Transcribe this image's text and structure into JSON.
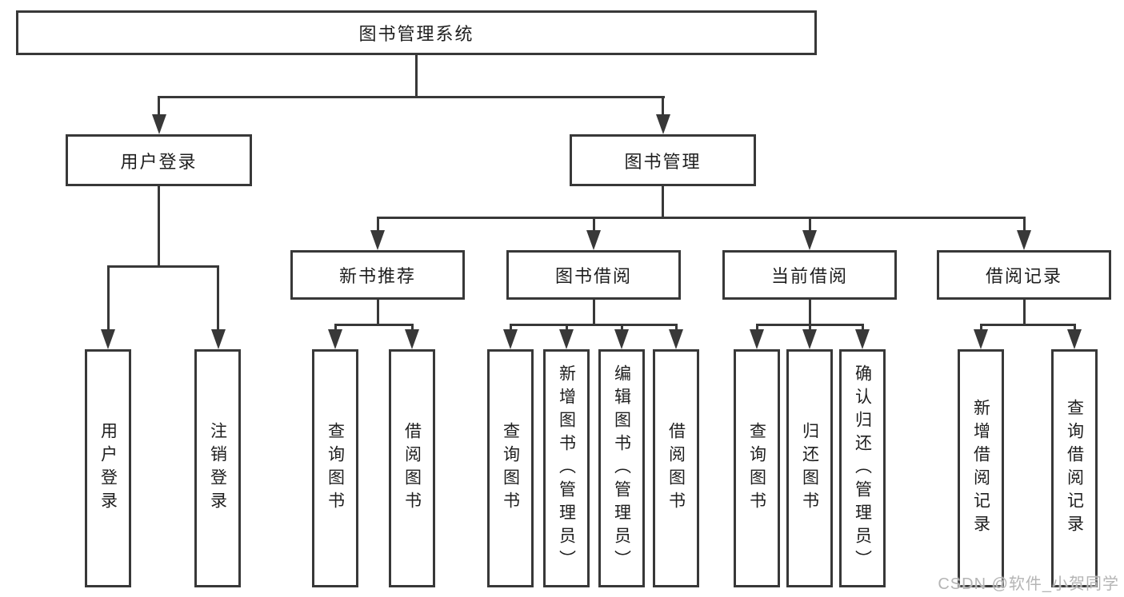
{
  "diagram": {
    "root": {
      "label": "图书管理系统"
    },
    "level2": {
      "user_login": {
        "label": "用户登录"
      },
      "book_management": {
        "label": "图书管理"
      }
    },
    "level3": {
      "new_book_recommend": {
        "label": "新书推荐"
      },
      "book_borrowing": {
        "label": "图书借阅"
      },
      "current_borrowing": {
        "label": "当前借阅"
      },
      "borrowing_records": {
        "label": "借阅记录"
      }
    },
    "leaves": {
      "user_login": {
        "label": "用户登录"
      },
      "logout": {
        "label": "注销登录"
      },
      "query_books_recommend": {
        "label": "查询图书"
      },
      "borrow_books_recommend": {
        "label": "借阅图书"
      },
      "query_books_borrowing": {
        "label": "查询图书"
      },
      "add_books_admin": {
        "label": "新增图书（管理员）"
      },
      "edit_books_admin": {
        "label": "编辑图书（管理员）"
      },
      "borrow_books_borrowing": {
        "label": "借阅图书"
      },
      "query_books_current": {
        "label": "查询图书"
      },
      "return_books": {
        "label": "归还图书"
      },
      "confirm_return_admin": {
        "label": "确认归还（管理员）"
      },
      "add_borrow_record": {
        "label": "新增借阅记录"
      },
      "query_borrow_record": {
        "label": "查询借阅记录"
      }
    },
    "watermark": "CSDN @软件_小贺同学",
    "colors": {
      "line": "#383838",
      "text": "#1e1e1e",
      "box_background": "#ffffff",
      "watermark": "#b5b5b5"
    }
  }
}
